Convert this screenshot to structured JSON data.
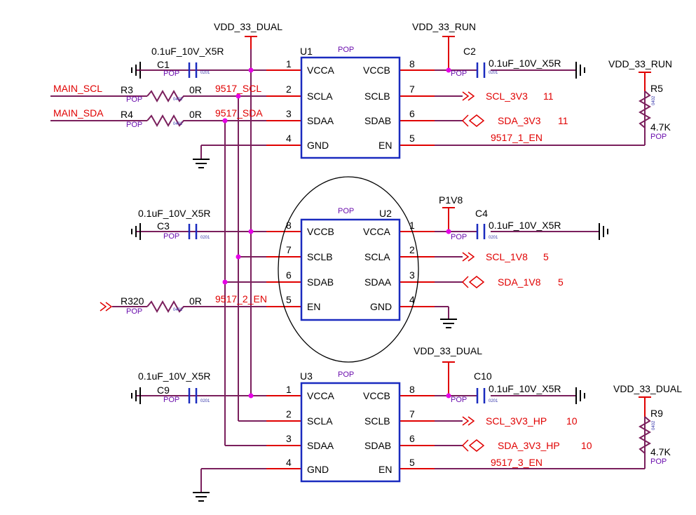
{
  "rails": {
    "vdd33dual": "VDD_33_DUAL",
    "vdd33run": "VDD_33_RUN",
    "p1v8": "P1V8"
  },
  "cap_value": "0.1uF_10V_X5R",
  "pop": "POP",
  "pkg0201": "0201",
  "pkg0402": "0402",
  "res0r": "0R",
  "res47k": "4.7K",
  "refs": {
    "u1": "U1",
    "u2": "U2",
    "u3": "U3",
    "c1": "C1",
    "c2": "C2",
    "c3": "C3",
    "c4": "C4",
    "c9": "C9",
    "c10": "C10",
    "r3": "R3",
    "r4": "R4",
    "r320": "R320",
    "r5": "R5",
    "r9": "R9"
  },
  "pins": {
    "vcca": "VCCA",
    "vccb": "VCCB",
    "scla": "SCLA",
    "sclb": "SCLB",
    "sdaa": "SDAA",
    "sdab": "SDAB",
    "gnd": "GND",
    "en": "EN",
    "n1": "1",
    "n2": "2",
    "n3": "3",
    "n4": "4",
    "n5": "5",
    "n6": "6",
    "n7": "7",
    "n8": "8"
  },
  "nets": {
    "main_scl": "MAIN_SCL",
    "main_sda": "MAIN_SDA",
    "n9517_scl": "9517_SCL",
    "n9517_sda": "9517_SDA",
    "n9517_1_en": "9517_1_EN",
    "n9517_2_en": "9517_2_EN",
    "n9517_3_en": "9517_3_EN",
    "scl_3v3": "SCL_3V3",
    "sda_3v3": "SDA_3V3",
    "scl_1v8": "SCL_1V8",
    "sda_1v8": "SDA_1V8",
    "scl_3v3_hp": "SCL_3V3_HP",
    "sda_3v3_hp": "SDA_3V3_HP"
  },
  "sheet_refs": {
    "s11": "11",
    "s5": "5",
    "s10": "10"
  }
}
